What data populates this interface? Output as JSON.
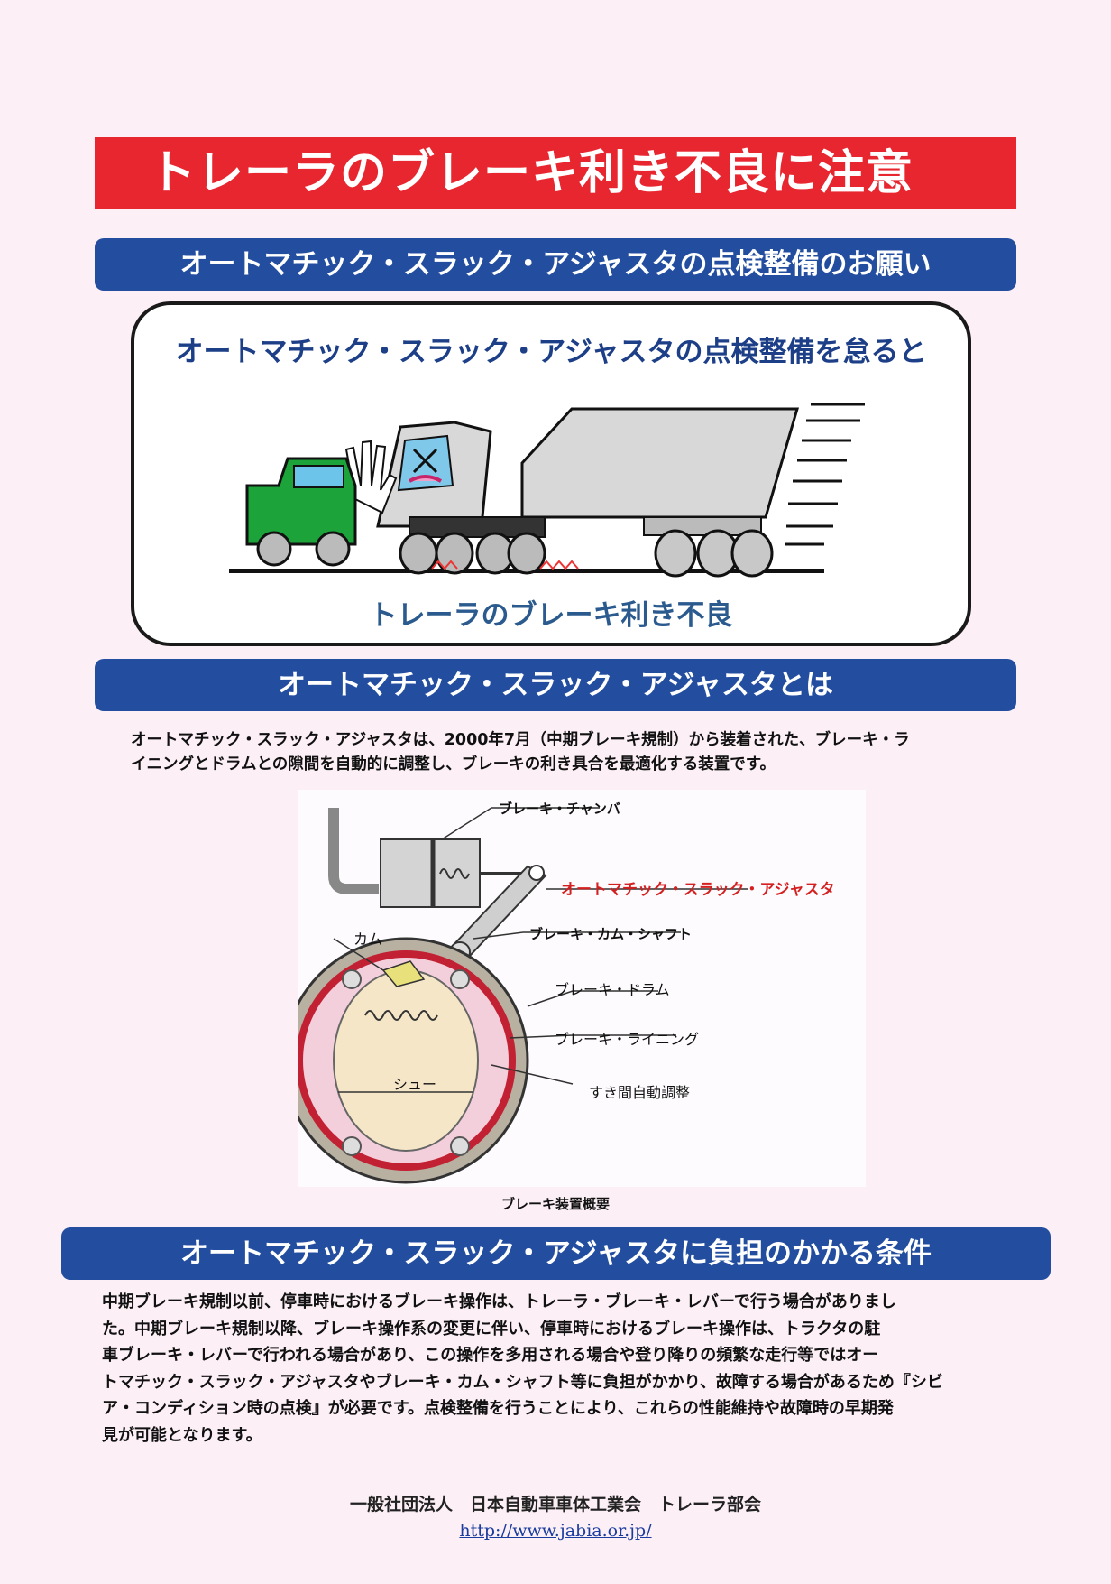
{
  "title": "トレーラのブレーキ利き不良に注意",
  "section1": {
    "heading": "オートマチック・スラック・アジャスタの点検整備のお願い",
    "panel_top": "オートマチック・スラック・アジャスタの点検整備を怠ると",
    "panel_bottom": "トレーラのブレーキ利き不良"
  },
  "section2": {
    "heading": "オートマチック・スラック・アジャスタとは",
    "lines": [
      "オートマチック・スラック・アジャスタは、2000年7月（中期ブレーキ規制）から装着された、ブレーキ・ラ",
      "イニングとドラムとの隙間を自動的に調整し、ブレーキの利き具合を最適化する装置です。"
    ],
    "diagram": {
      "chamber": "ブレーキ・チャンバ",
      "adjuster": "オートマチック・スラック・アジャスタ",
      "cam_shaft": "ブレーキ・カム・シャフト",
      "cam": "カム",
      "drum": "ブレーキ・ドラム",
      "lining": "ブレーキ・ライニング",
      "gap": "すき間自動調整",
      "shoe": "シュー",
      "caption": "ブレーキ装置概要"
    }
  },
  "section3": {
    "heading": "オートマチック・スラック・アジャスタに負担のかかる条件",
    "lines": [
      "中期ブレーキ規制以前、停車時におけるブレーキ操作は、トレーラ・ブレーキ・レバーで行う場合がありまし",
      "た。中期ブレーキ規制以降、ブレーキ操作系の変更に伴い、停車時におけるブレーキ操作は、トラクタの駐",
      "車ブレーキ・レバーで行われる場合があり、この操作を多用される場合や登り降りの頻繁な走行等ではオー",
      "トマチック・スラック・アジャスタやブレーキ・カム・シャフト等に負担がかかり、故障する場合があるため『シビ",
      "ア・コンディション時の点検』が必要です。点検整備を行うことにより、これらの性能維持や故障時の早期発",
      "見が可能となります。"
    ]
  },
  "footer": {
    "org": "一般社団法人　日本自動車車体工業会　トレーラ部会",
    "url": "http://www.jabia.or.jp/"
  },
  "colors": {
    "title_red": "#e8262f",
    "bar_blue": "#234ea0",
    "page_bg": "#fcf0f6"
  }
}
